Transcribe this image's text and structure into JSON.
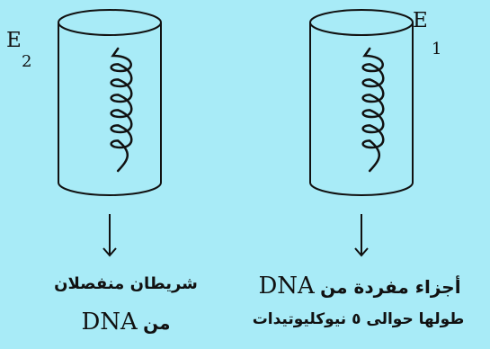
{
  "diagram": {
    "left_tube": {
      "enzyme_label": "E",
      "enzyme_subscript": "2",
      "result_line1": "شريطان منفصلان",
      "result_line2_arabic": "من",
      "result_line2_latin": "DNA"
    },
    "right_tube": {
      "enzyme_label": "E",
      "enzyme_subscript": "1",
      "result_line1_arabic": "أجزاء مفردة من",
      "result_line1_latin": "DNA",
      "result_line2": "طولها حوالى ٥ نيوكليوتيدات"
    }
  },
  "colors": {
    "background": "#a8ebf7",
    "ink": "#111111"
  }
}
